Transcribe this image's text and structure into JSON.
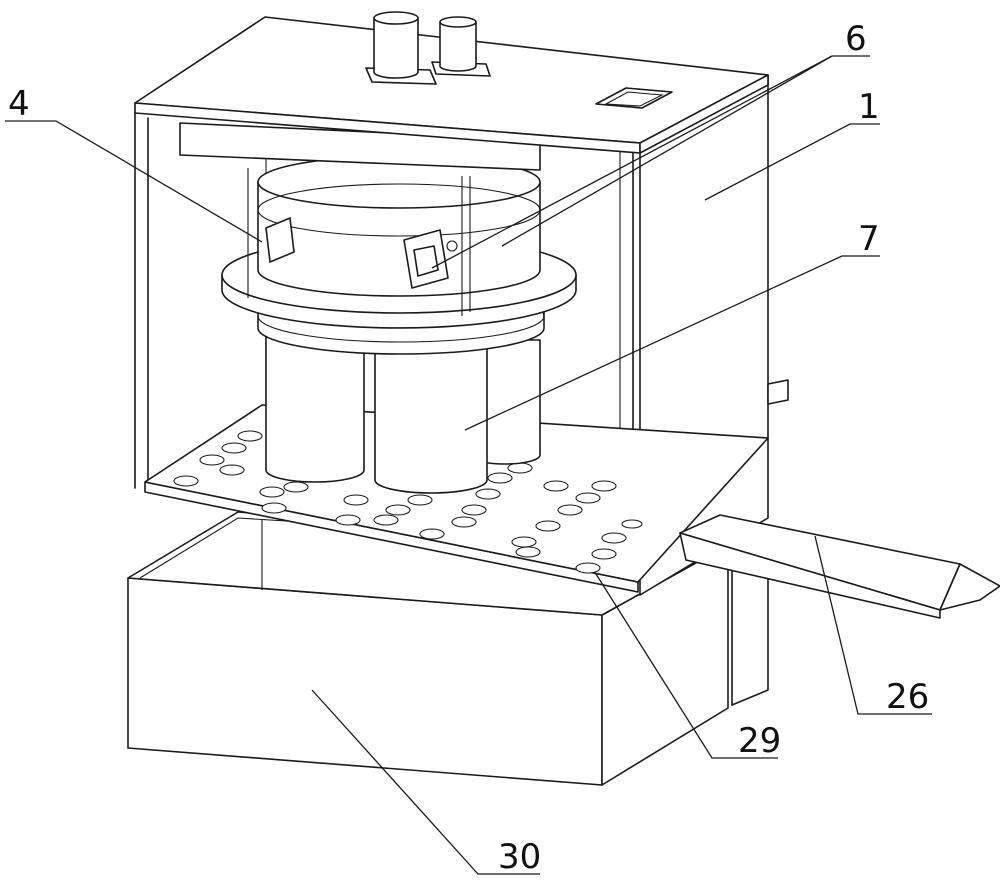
{
  "figure": {
    "labels": [
      {
        "id": "label-4",
        "text": "4"
      },
      {
        "id": "label-6",
        "text": "6"
      },
      {
        "id": "label-1",
        "text": "1"
      },
      {
        "id": "label-7",
        "text": "7"
      },
      {
        "id": "label-26",
        "text": "26"
      },
      {
        "id": "label-29",
        "text": "29"
      },
      {
        "id": "label-30",
        "text": "30"
      }
    ]
  }
}
